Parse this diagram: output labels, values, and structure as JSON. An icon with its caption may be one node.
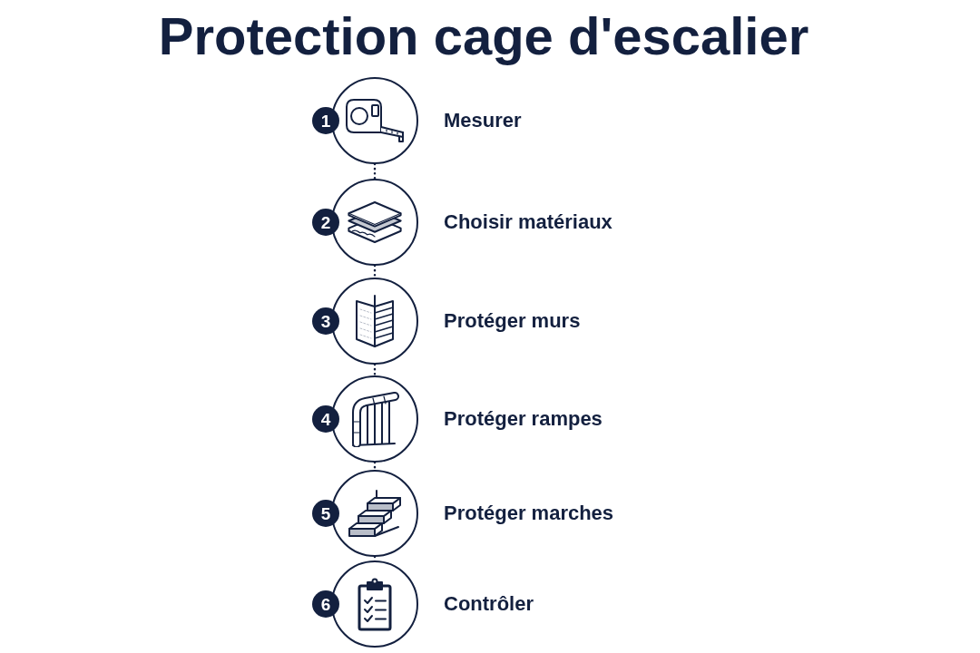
{
  "diagram": {
    "title": "Protection cage d'escalier",
    "nodes": [
      {
        "text": [
          "1"
        ]
      },
      {
        "text": [],
        "shape": "picture",
        "beside": [
          "Mesurer"
        ]
      },
      {
        "text": [
          "2"
        ]
      },
      {
        "text": [],
        "shape": "picture",
        "beside": [
          "Choisir matériaux"
        ]
      },
      {
        "text": [
          "3"
        ]
      },
      {
        "text": [],
        "shape": "picture",
        "beside": [
          "Protéger murs"
        ]
      },
      {
        "text": [
          "4"
        ]
      },
      {
        "text": [],
        "shape": "picture",
        "beside": [
          "Protéger rampes"
        ]
      },
      {
        "text": [
          "5"
        ]
      },
      {
        "text": [],
        "shape": "picture",
        "beside": [
          "Protéger marches"
        ]
      },
      {
        "text": [
          "6"
        ]
      },
      {
        "text": [],
        "shape": "picture",
        "beside": [
          "Contrôler"
        ]
      }
    ],
    "edges": [
      {
        "from": 1,
        "to": 3,
        "arrow": "none",
        "style": "dashed"
      },
      {
        "from": 3,
        "to": 5,
        "arrow": "none",
        "style": "dashed"
      },
      {
        "from": 5,
        "to": 7,
        "arrow": "none",
        "style": "dashed"
      },
      {
        "from": 7,
        "to": 9,
        "arrow": "none",
        "style": "dashed"
      },
      {
        "from": 9,
        "to": 11,
        "arrow": "none",
        "style": "dashed"
      }
    ]
  }
}
